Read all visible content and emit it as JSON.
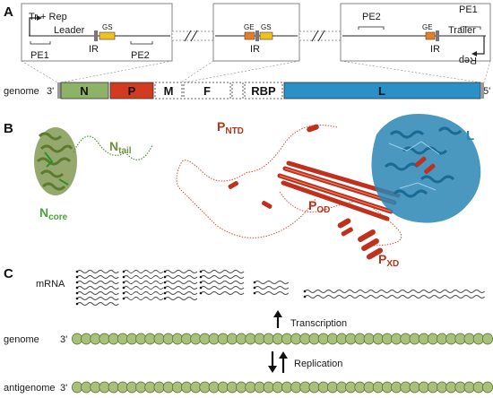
{
  "panels": {
    "a": "A",
    "b": "B",
    "c": "C"
  },
  "panel_a": {
    "box1": {
      "tr_rep": "Tr + Rep",
      "leader": "Leader",
      "gs": "GS",
      "ir": "IR",
      "pe1": "PE1",
      "pe2": "PE2"
    },
    "box2": {
      "ge": "GE",
      "gs": "GS",
      "ir": "IR"
    },
    "box3": {
      "pe2": "PE2",
      "pe1": "PE1",
      "ge": "GE",
      "trailer": "Trailer",
      "ir": "IR",
      "rep": "Rep"
    },
    "genome": {
      "label": "genome",
      "end3": "3'",
      "end5": "5'",
      "genes": [
        {
          "name": "N",
          "color": "#8fb26a"
        },
        {
          "name": "P",
          "color": "#d23b1f"
        },
        {
          "name": "M",
          "color": "#ffffff"
        },
        {
          "name": "F",
          "color": "#ffffff"
        },
        {
          "name": "",
          "color": "#ffffff"
        },
        {
          "name": "RBP",
          "color": "#ffffff"
        },
        {
          "name": "L",
          "color": "#2b8fc8"
        }
      ]
    }
  },
  "panel_b": {
    "n_tail": "N",
    "n_tail_sub": "tail",
    "n_core": "N",
    "n_core_sub": "core",
    "p_ntd": "P",
    "p_ntd_sub": "NTD",
    "p_od": "P",
    "p_od_sub": "OD",
    "p_xd": "P",
    "p_xd_sub": "XD",
    "l": "L",
    "colors": {
      "n": "#6f8f3c",
      "p": "#b3361c",
      "l": "#2a86b5"
    }
  },
  "panel_c": {
    "mrna": "mRNA",
    "transcription": "Transcription",
    "genome": "genome",
    "replication": "Replication",
    "antigenome": "antigenome",
    "end3": "3'",
    "bead_color": "#a8c07a",
    "strand_color": "#555555"
  }
}
